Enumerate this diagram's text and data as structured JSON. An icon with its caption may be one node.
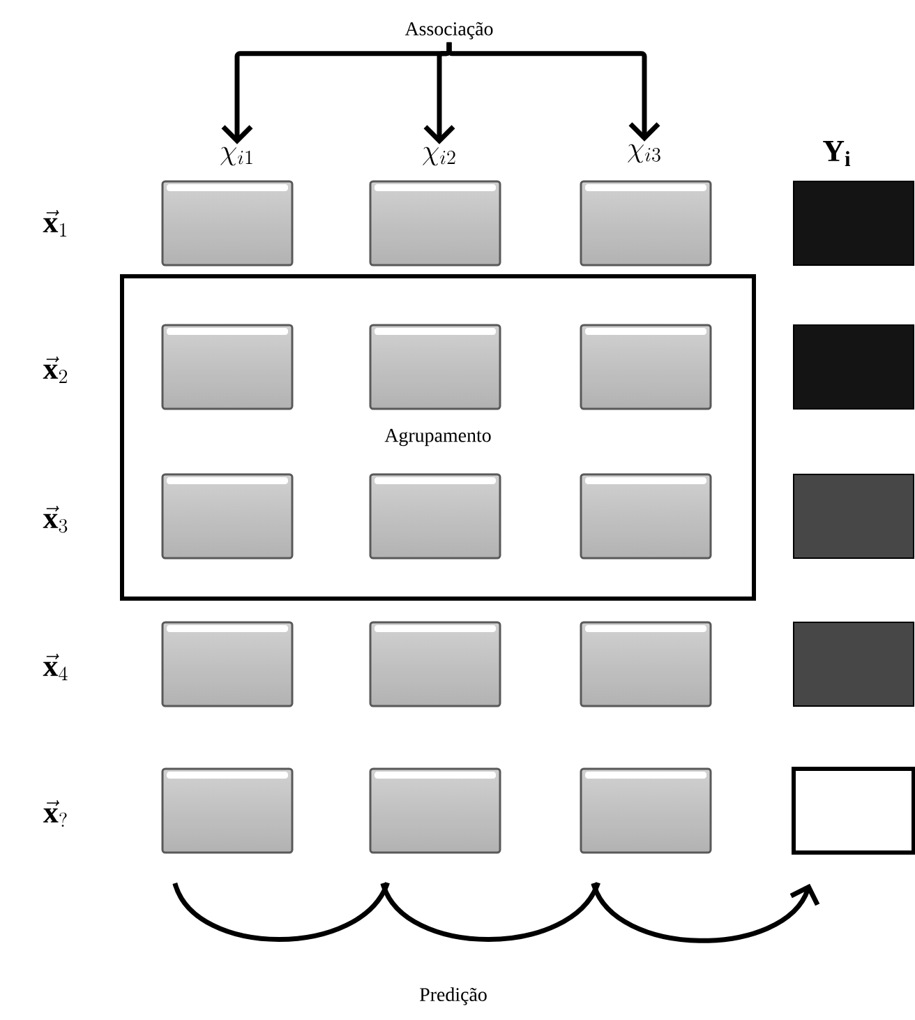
{
  "diagram": {
    "nodes": [
      {
        "text": [
          "Associação"
        ]
      },
      {
        "text": [
          "\\chi_{i1}"
        ]
      },
      {
        "text": [
          "\\chi_{i2}"
        ]
      },
      {
        "text": [
          "\\chi_{i3}"
        ]
      },
      {
        "text": [],
        "shape": "box"
      },
      {
        "text": [],
        "shape": "box"
      },
      {
        "text": [],
        "shape": "box"
      },
      {
        "text": [],
        "shape": "box"
      },
      {
        "text": [
          "Agrupamento"
        ]
      },
      {
        "text": [],
        "shape": "box",
        "in": 8
      },
      {
        "text": [],
        "shape": "box",
        "in": 8
      },
      {
        "text": [],
        "shape": "box",
        "in": 8
      },
      {
        "text": [],
        "shape": "box"
      },
      {
        "text": [],
        "shape": "box",
        "in": 8
      },
      {
        "text": [],
        "shape": "box",
        "in": 8
      },
      {
        "text": [],
        "shape": "box",
        "in": 8
      },
      {
        "text": [],
        "shape": "box"
      },
      {
        "text": [],
        "shape": "box"
      },
      {
        "text": [],
        "shape": "box"
      },
      {
        "text": [],
        "shape": "box"
      },
      {
        "text": [],
        "shape": "box"
      },
      {
        "text": [],
        "shape": "box"
      },
      {
        "text": [],
        "shape": "box"
      },
      {
        "text": [],
        "shape": "box"
      },
      {
        "text": [],
        "shape": "box"
      }
    ],
    "edges": [
      {
        "from": 0,
        "to": 1,
        "arrow": "to"
      },
      {
        "from": 0,
        "to": 2,
        "arrow": "to"
      },
      {
        "from": 0,
        "to": 3,
        "arrow": "to"
      },
      {
        "from": 21,
        "to": 22,
        "arrow": "none"
      },
      {
        "from": 22,
        "to": 23,
        "arrow": "none"
      },
      {
        "from": 23,
        "to": 24,
        "arrow": "to"
      }
    ],
    "labels": [
      "\\mathbf{Y}_{\\mathbf{i}}",
      "\\vec{\\mathbf{x}}_{1}",
      "\\vec{\\mathbf{x}}_{2}",
      "\\vec{\\mathbf{x}}_{3}",
      "\\vec{\\mathbf{x}}_{4}",
      "\\vec{\\mathbf{x}}_{?}",
      "Predição"
    ]
  }
}
